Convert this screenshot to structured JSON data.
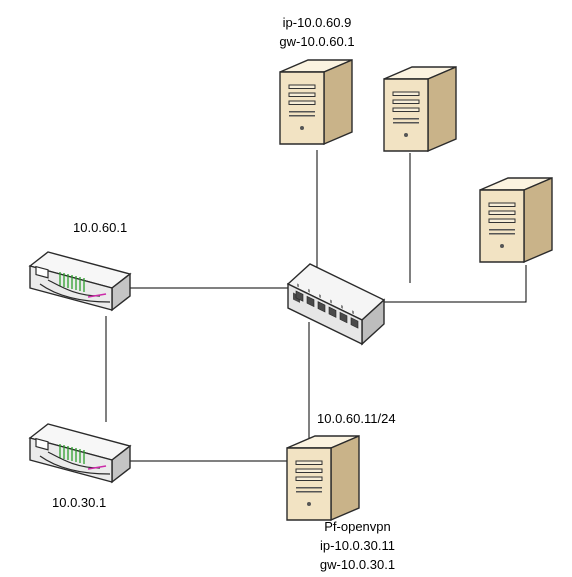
{
  "colors": {
    "link": "#000000",
    "server_front": "#f2e3c3",
    "server_side": "#c9b389",
    "server_top": "#fbf3e0",
    "server_edge": "#2b2b2b",
    "router_body": "#ebebeb",
    "router_side": "#c5c5c5",
    "router_led": "#2ca02c",
    "router_accent": "#cc2aa8",
    "switch_body": "#e6e6e6",
    "switch_side": "#bdbdbd",
    "port": "#4a4a4a"
  },
  "nodes": {
    "server_top_left": {
      "icon": "server-icon",
      "ip_label": "ip-10.0.60.9",
      "gw_label": "gw-10.0.60.1"
    },
    "server_top_right": {
      "icon": "server-icon"
    },
    "server_right": {
      "icon": "server-icon"
    },
    "switch": {
      "icon": "network-switch-icon"
    },
    "router_top": {
      "icon": "router-icon",
      "label": "10.0.60.1"
    },
    "router_bottom": {
      "icon": "router-icon",
      "label": "10.0.30.1"
    },
    "server_openvpn": {
      "icon": "server-icon",
      "iface_label": "10.0.60.11/24",
      "name_label": "Pf-openvpn",
      "ip_label": "ip-10.0.30.11",
      "gw_label": "gw-10.0.30.1"
    }
  }
}
